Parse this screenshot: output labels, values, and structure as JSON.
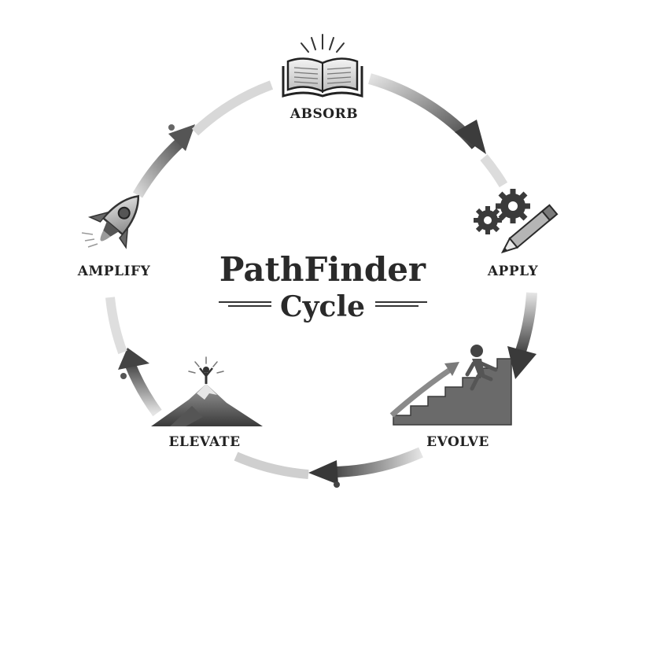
{
  "diagram": {
    "title_line1": "PathFinder",
    "title_line2": "Cycle",
    "stages": [
      {
        "label": "ABSORB",
        "icon": "open-book-icon"
      },
      {
        "label": "APPLY",
        "icon": "gears-pencil-icon"
      },
      {
        "label": "EVOLVE",
        "icon": "climbing-stairs-icon"
      },
      {
        "label": "ELEVATE",
        "icon": "mountain-summit-icon"
      },
      {
        "label": "AMPLIFY",
        "icon": "rocket-icon"
      }
    ],
    "colors": {
      "arrow_dark": "#333333",
      "arrow_light": "#cfcfcf",
      "text": "#222222",
      "background": "#ffffff"
    }
  }
}
